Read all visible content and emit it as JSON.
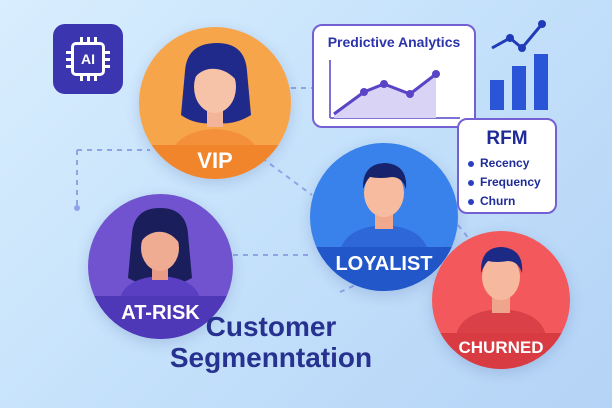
{
  "ai_badge": {
    "label": "AI"
  },
  "segments": [
    {
      "id": "vip",
      "label": "VIP",
      "color": "#f7a54a"
    },
    {
      "id": "loyalist",
      "label": "LOYALIST",
      "color": "#3a82eb"
    },
    {
      "id": "atrisk",
      "label": "AT-RISK",
      "color": "#7253cf"
    },
    {
      "id": "churned",
      "label": "CHURNED",
      "color": "#f2585c"
    }
  ],
  "predictive_analytics": {
    "title": "Predictive Analytics"
  },
  "rfm": {
    "title": "RFM",
    "items": [
      "Recency",
      "Frequency",
      "Churn"
    ]
  },
  "title": {
    "line1": "Customer",
    "line2": "Segmenntation"
  },
  "colors": {
    "accent": "#3b35b0",
    "text": "#27318f",
    "card_border": "#7560d3"
  },
  "icons": [
    "ai-chip-icon",
    "trend-line-chart-icon",
    "bar-chart-icon"
  ]
}
